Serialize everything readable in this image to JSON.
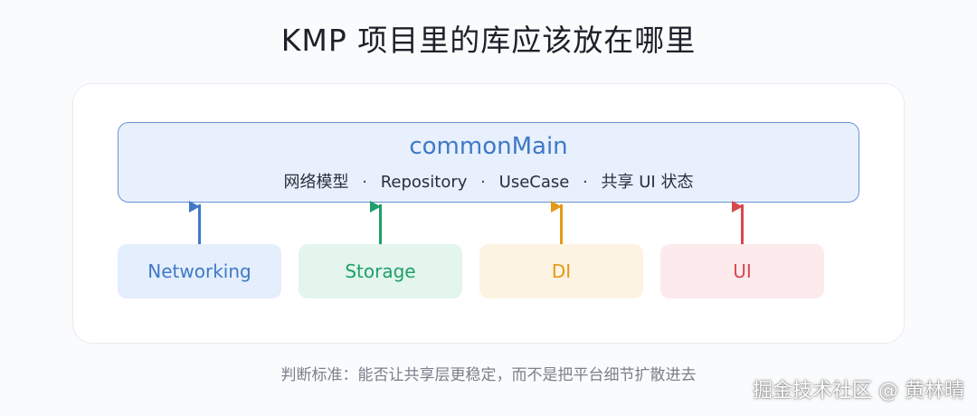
{
  "title": "KMP 项目里的库应该放在哪里",
  "common": {
    "name": "commonMain",
    "items": [
      "网络模型",
      "Repository",
      "UseCase",
      "共享 UI 状态"
    ],
    "separator": "·"
  },
  "libs": [
    {
      "label": "Networking",
      "color": "#3f79c8"
    },
    {
      "label": "Storage",
      "color": "#1f9f6a"
    },
    {
      "label": "DI",
      "color": "#e39a16"
    },
    {
      "label": "UI",
      "color": "#d9474f"
    }
  ],
  "footnote": "判断标准：能否让共享层更稳定，而不是把平台细节扩散进去",
  "watermark": "掘金技术社区 @ 黄林晴"
}
